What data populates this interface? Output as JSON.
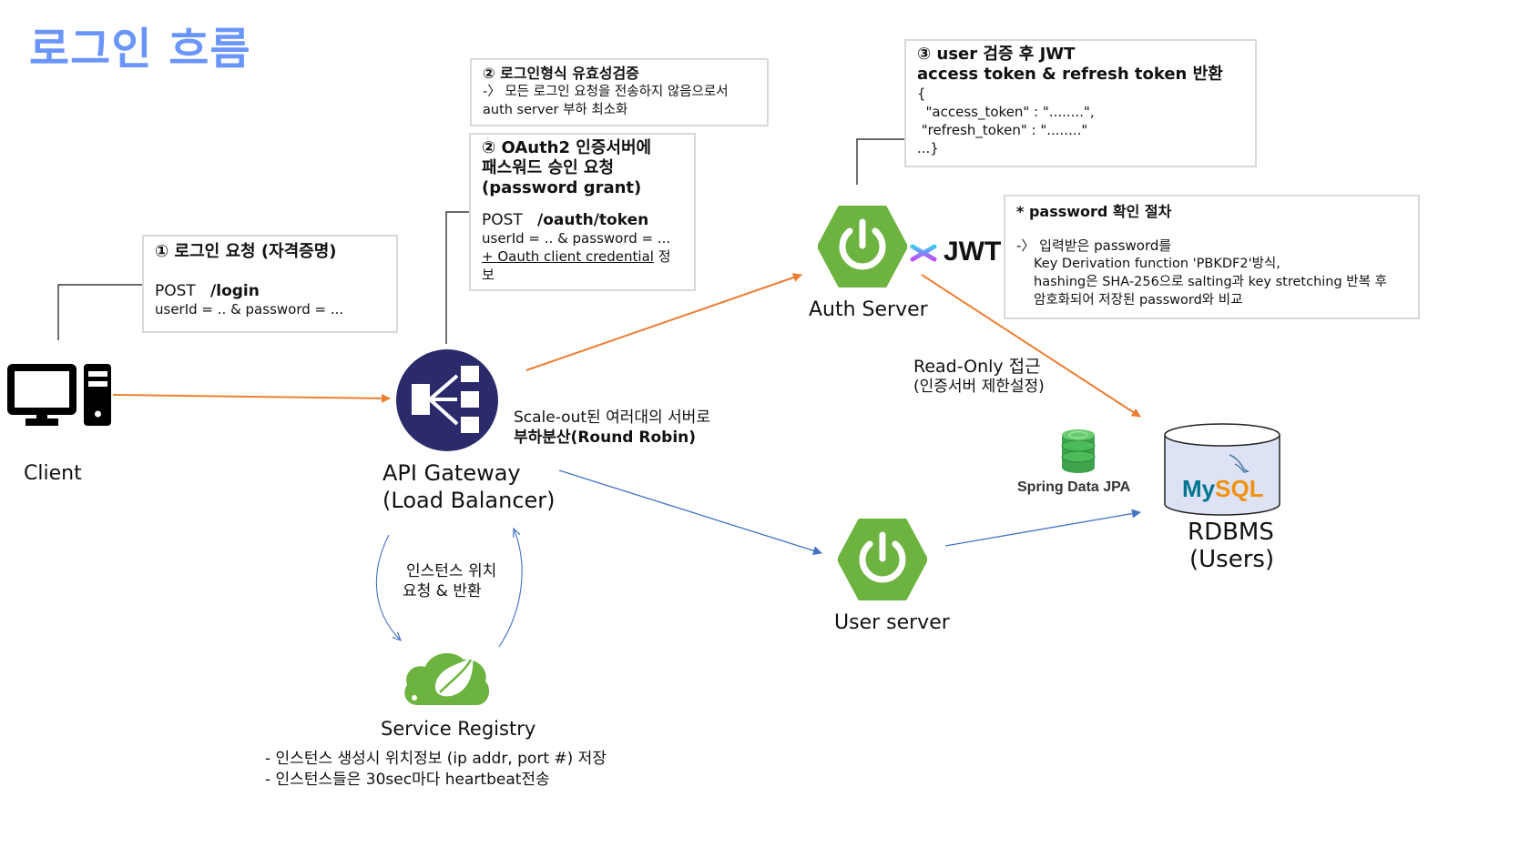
{
  "title": "로그인 흐름",
  "nodes": {
    "client": "Client",
    "gateway_line1": "API Gateway",
    "gateway_line2": "(Load Balancer)",
    "auth_server": "Auth Server",
    "jwt": "JWT",
    "user_server": "User server",
    "service_registry": "Service Registry",
    "rdbms_line1": "RDBMS",
    "rdbms_line2": "(Users)",
    "spring_data_jpa": "Spring Data JPA",
    "mysql_my": "My",
    "mysql_sql": "SQL"
  },
  "notes": {
    "login_request": {
      "heading": "① 로그인 요청 (자격증명)",
      "method": "POST",
      "path": "/login",
      "params": "userId = .. & password = ..."
    },
    "format_validation": {
      "heading": "② 로그인형식 유효성검증",
      "line1": "-〉 모든 로그인 요청을 전송하지 않음으로서",
      "line2": "auth server 부하 최소화"
    },
    "oauth_request": {
      "heading1": "② OAuth2 인증서버에",
      "heading2": "패스워드 승인 요청",
      "heading3": "(password grant)",
      "method": "POST",
      "path": "/oauth/token",
      "params": "userId = .. & password = ...",
      "credential": "+ Oauth client credential",
      "credential_suffix": " 정보"
    },
    "jwt_response": {
      "heading1": "③ user 검증 후 JWT",
      "heading2": "access token & refresh token 반환",
      "line1": "{",
      "line2": "  \"access_token\" : \"........\",",
      "line3": " \"refresh_token\" : \"........\"",
      "line4": "...}"
    },
    "password_check": {
      "heading": "*  password 확인 절차",
      "line1": "-〉 입력받은 password를",
      "line2": "Key Derivation function 'PBKDF2'방식,",
      "line3": "hashing은 SHA-256으로 salting과 key stretching 반복 후",
      "line4": "암호화되어 저장된 password와 비교"
    }
  },
  "labels": {
    "load_balancing1": "Scale-out된 여러대의 서버로",
    "load_balancing2": "부하분산(Round Robin)",
    "read_only1": "Read-Only 접근",
    "read_only2": "(인증서버 제한설정)",
    "instance_loc1": "인스턴스 위치",
    "instance_loc2": "요청 & 반환",
    "registry_note1": "- 인스턴스 생성시 위치정보 (ip addr, port #) 저장",
    "registry_note2": "- 인스턴스들은 30sec마다 heartbeat전송"
  },
  "colors": {
    "title": "#6a95fb",
    "orange_arrow": "#ed7d31",
    "blue_arrow": "#4472c4",
    "spring_green": "#6db33f",
    "gateway_navy": "#2b2a6b",
    "note_border": "#d9d9d9"
  }
}
